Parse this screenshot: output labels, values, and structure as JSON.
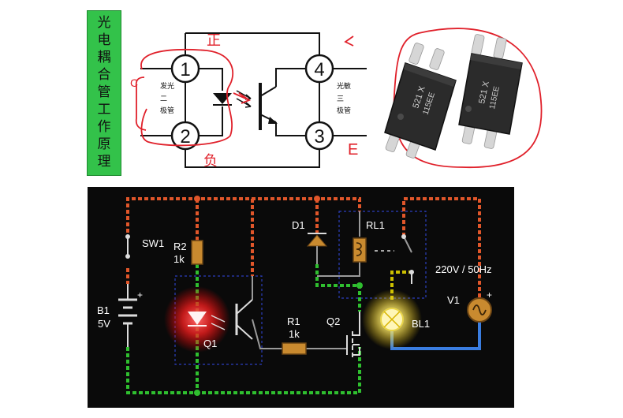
{
  "title_vertical": "光电耦合管工作原理",
  "optocoupler": {
    "pins": [
      "1",
      "2",
      "4",
      "3"
    ],
    "emitter_side_label": [
      "发光",
      "二",
      "极管"
    ],
    "receiver_side_label": [
      "光敏",
      "三",
      "极管"
    ],
    "handwritten": {
      "pin1": "正",
      "pin2": "负",
      "pin4": "C",
      "pin3": "E"
    }
  },
  "chips": [
    {
      "marking_top": "521 X",
      "marking_bottom": "115EE"
    },
    {
      "marking_top": "521 X",
      "marking_bottom": "115EE"
    }
  ],
  "circuit": {
    "components": {
      "sw1": "SW1",
      "r2_name": "R2",
      "r2_value": "1k",
      "b1_name": "B1",
      "b1_value": "5V",
      "q1": "Q1",
      "d1": "D1",
      "rl1": "RL1",
      "r1_name": "R1",
      "r1_value": "1k",
      "q2": "Q2",
      "bl1": "BL1",
      "v1": "V1",
      "ac_spec": "220V / 50Hz"
    },
    "wire_colors": {
      "positive": "#e0562a",
      "ground": "#2fbf2f",
      "neutral": "#3a7de0",
      "neutral_lamp": "#ccc000"
    }
  }
}
